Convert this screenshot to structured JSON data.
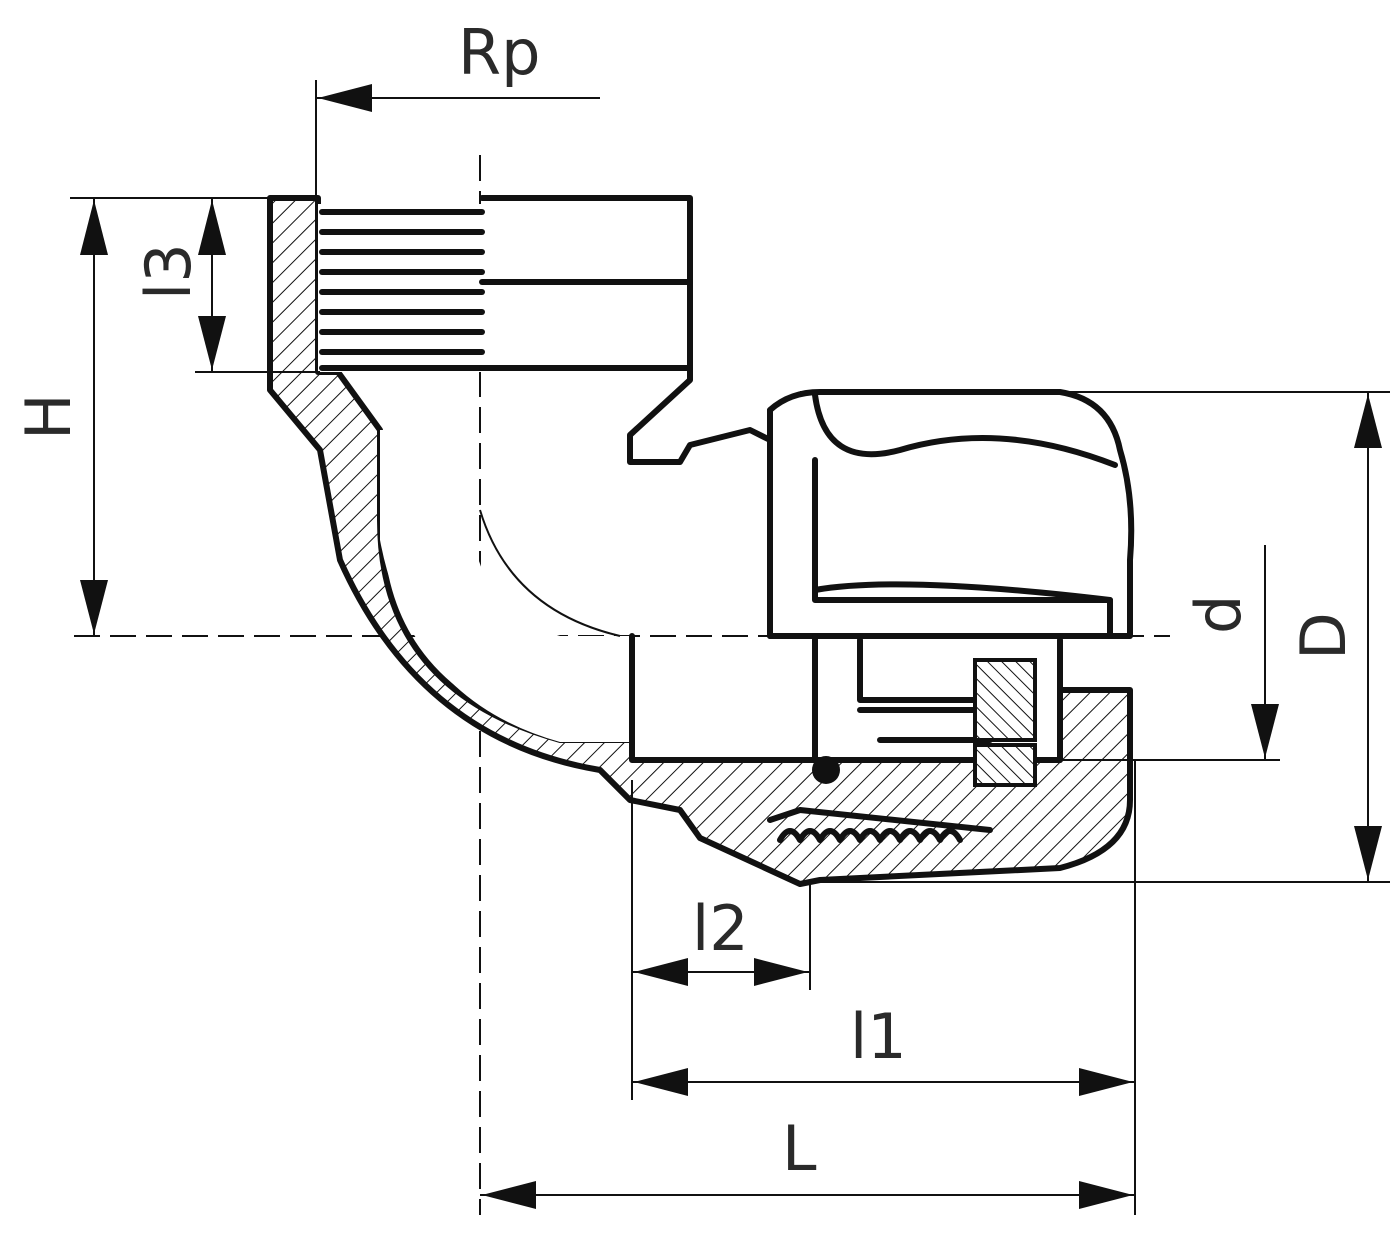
{
  "drawing": {
    "labels": {
      "rp": "Rp",
      "l3": "l3",
      "h": "H",
      "d_small": "d",
      "d_large": "D",
      "l2": "l2",
      "l1": "l1",
      "l": "L"
    }
  }
}
